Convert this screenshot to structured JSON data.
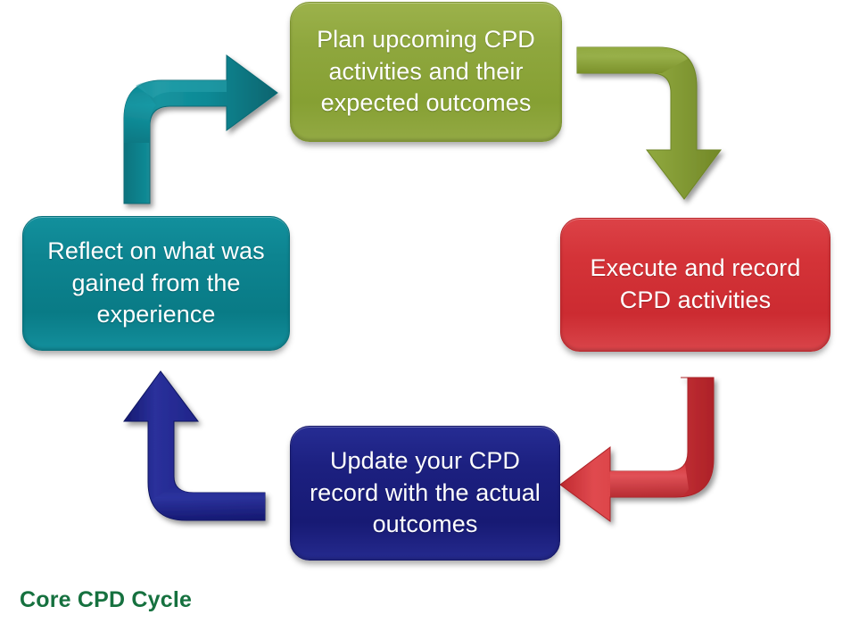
{
  "diagram": {
    "caption": "Core CPD Cycle",
    "caption_color": "#16713F",
    "background": "#FFFFFF",
    "type": "cycle",
    "nodes": [
      {
        "id": "plan",
        "label": "Plan upcoming CPD activities and their expected outcomes",
        "color": "#8FA73E",
        "text_color": "#FFFFFF",
        "position": "top"
      },
      {
        "id": "execute",
        "label": "Execute and record CPD activities",
        "color": "#D33338",
        "text_color": "#FFFFFF",
        "position": "right"
      },
      {
        "id": "update",
        "label": "Update your CPD record with the actual outcomes",
        "color": "#1C2080",
        "text_color": "#FFFFFF",
        "position": "bottom"
      },
      {
        "id": "reflect",
        "label": "Reflect on what was gained from the experience",
        "color": "#0D8490",
        "text_color": "#FFFFFF",
        "position": "left"
      }
    ],
    "arrows": [
      {
        "id": "plan-to-execute",
        "from": "plan",
        "to": "execute",
        "color": "#8FA73E",
        "direction": "right-then-down",
        "icon": "bent-arrow-down-icon"
      },
      {
        "id": "execute-to-update",
        "from": "execute",
        "to": "update",
        "color": "#D33338",
        "direction": "down-then-left",
        "icon": "bent-arrow-left-icon"
      },
      {
        "id": "update-to-reflect",
        "from": "update",
        "to": "reflect",
        "color": "#1C2080",
        "direction": "left-then-up",
        "icon": "bent-arrow-up-icon"
      },
      {
        "id": "reflect-to-plan",
        "from": "reflect",
        "to": "plan",
        "color": "#0D8490",
        "direction": "up-then-right",
        "icon": "bent-arrow-right-icon"
      }
    ]
  }
}
